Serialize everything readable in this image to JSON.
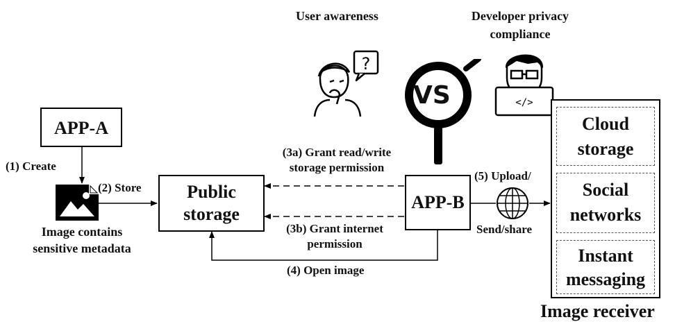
{
  "labels": {
    "user_awareness": "User awareness",
    "dev_privacy_line1": "Developer privacy",
    "dev_privacy_line2": "compliance",
    "vs": "VS",
    "app_a": "APP-A",
    "app_b": "APP-B",
    "public_storage_line1": "Public",
    "public_storage_line2": "storage",
    "step1": "(1) Create",
    "step2": "(2) Store",
    "step3a_line1": "(3a) Grant read/write",
    "step3a_line2": "storage permission",
    "step3b_line1": "(3b) Grant internet",
    "step3b_line2": "permission",
    "step4": "(4) Open image",
    "step5_line1": "(5) Upload/",
    "step5_line2": "Send/share",
    "image_caption_line1": "Image contains",
    "image_caption_line2": "sensitive metadata",
    "cloud_line1": "Cloud",
    "cloud_line2": "storage",
    "social_line1": "Social",
    "social_line2": "networks",
    "im_line1": "Instant",
    "im_line2": "messaging",
    "image_receiver": "Image receiver"
  },
  "icons": {
    "user": "confused-user-icon",
    "developer": "developer-laptop-icon",
    "magnifier": "magnifying-glass-icon",
    "image": "image-file-icon",
    "globe": "globe-icon"
  }
}
